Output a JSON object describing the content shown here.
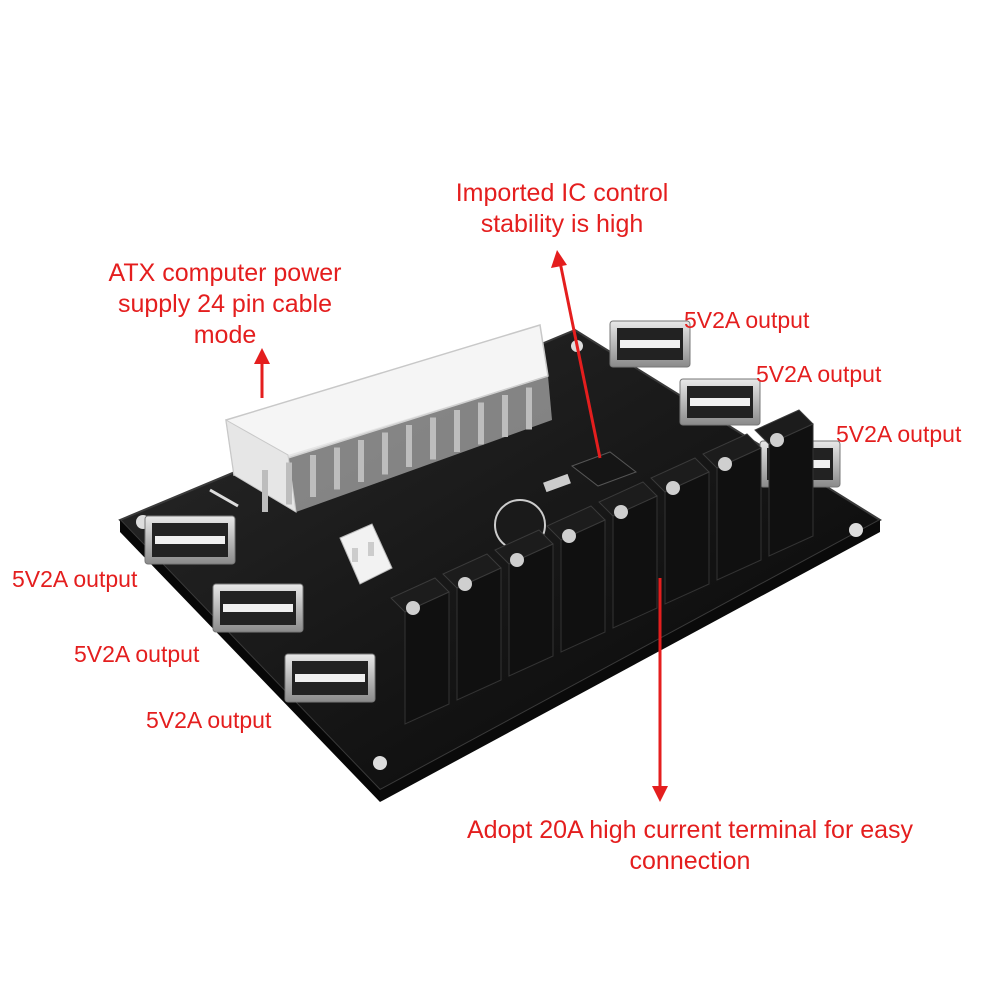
{
  "callouts": {
    "atx_cable": [
      "ATX computer power",
      "supply 24 pin cable",
      "mode"
    ],
    "ic_control": [
      "Imported IC control",
      "stability is high"
    ],
    "terminal": [
      "Adopt 20A high current terminal for easy",
      "connection"
    ],
    "usb_output_label": "5V2A output"
  },
  "colors": {
    "annotation": "#e41e1e",
    "board": "#111111",
    "connector": "#f4f4f4"
  },
  "board": {
    "usb_ports": 6,
    "terminal_blocks": 8
  }
}
